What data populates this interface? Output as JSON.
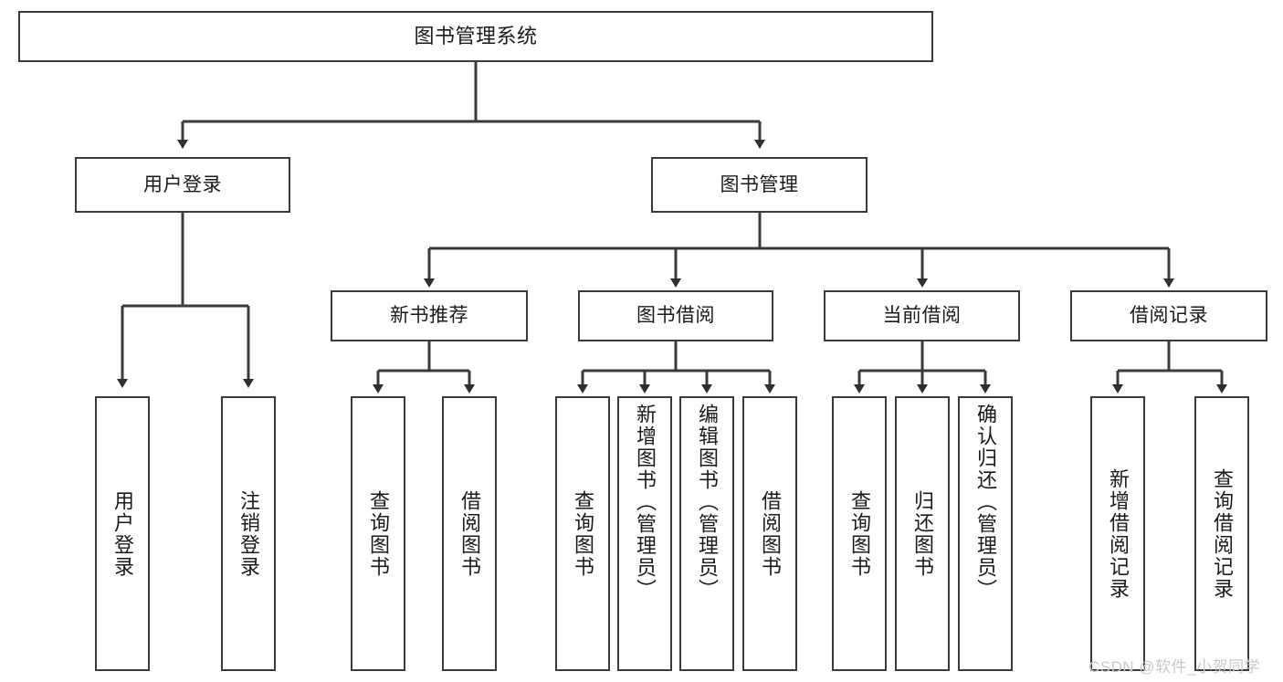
{
  "diagram": {
    "title": "图书管理系统",
    "type": "tree-hierarchy",
    "stroke_color": "#3a3a3a",
    "fill_color": "#ffffff",
    "text_color": "#1a1a1a",
    "nodes": {
      "root": {
        "label": "图书管理系统"
      },
      "level2": [
        {
          "label": "用户登录"
        },
        {
          "label": "图书管理"
        }
      ],
      "level3": [
        {
          "label": "新书推荐"
        },
        {
          "label": "图书借阅"
        },
        {
          "label": "当前借阅"
        },
        {
          "label": "借阅记录"
        }
      ],
      "leaves": {
        "user_login": [
          {
            "label": "用户登录"
          },
          {
            "label": "注销登录"
          }
        ],
        "new_book_recommend": [
          {
            "label": "查询图书"
          },
          {
            "label": "借阅图书"
          }
        ],
        "book_borrow": [
          {
            "label": "查询图书"
          },
          {
            "label": "新增图书（管理员）"
          },
          {
            "label": "编辑图书（管理员）"
          },
          {
            "label": "借阅图书"
          }
        ],
        "current_borrow": [
          {
            "label": "查询图书"
          },
          {
            "label": "归还图书"
          },
          {
            "label": "确认归还（管理员）"
          }
        ],
        "borrow_record": [
          {
            "label": "新增借阅记录"
          },
          {
            "label": "查询借阅记录"
          }
        ]
      }
    }
  },
  "watermark": {
    "text": "CSDN @软件_小贺同学"
  }
}
